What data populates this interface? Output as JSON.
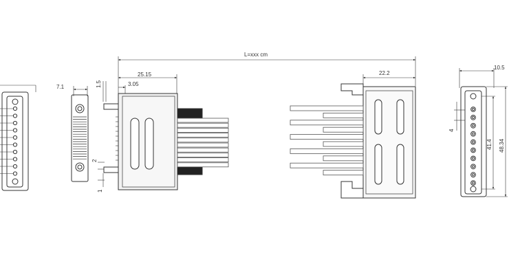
{
  "drawing": {
    "dimensions": {
      "overall_length": "L=xxx cm",
      "left_face_width": "7.1",
      "housing_length": "25.15",
      "pin_offset": "3.05",
      "top_stub_width": "1.5",
      "bottom_stub_height": "2",
      "bottom_stub_offset": "1",
      "right_housing_length": "22.2",
      "right_face_width": "10.5",
      "pin_pitch": "4",
      "pin_span": "41.4",
      "face_height": "48.34"
    },
    "pin_count": 10,
    "colors": {
      "line": "#333333",
      "wire": "#555555",
      "fill_light": "#f2f2f2",
      "fill_dark": "#222222",
      "slot_fill": "#ffffff"
    }
  }
}
